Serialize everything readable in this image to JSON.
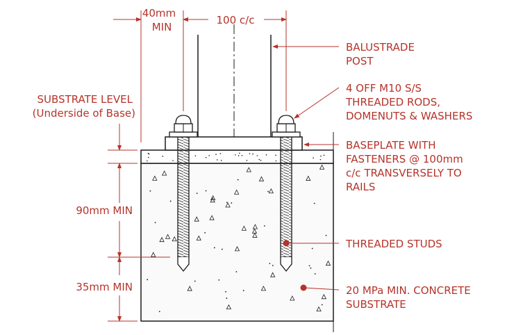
{
  "dimensions": {
    "edge_distance": [
      "40mm",
      "MIN"
    ],
    "post_centres": "100 c/c",
    "embed_depth": "90mm MIN",
    "cover_depth": "35mm MIN"
  },
  "labels": {
    "substrate_level": [
      "SUBSTRATE LEVEL",
      "(Underside of Base)"
    ],
    "balustrade_post": [
      "BALUSTRADE",
      "POST"
    ],
    "rods": [
      "4 OFF M10 S/S",
      "THREADED RODS,",
      "DOMENUTS & WASHERS"
    ],
    "baseplate": [
      "BASEPLATE WITH",
      "FASTENERS @ 100mm",
      "c/c TRANSVERSELY TO",
      "RAILS"
    ],
    "studs": "THREADED STUDS",
    "concrete": [
      "20 MPa MIN. CONCRETE",
      "SUBSTRATE"
    ]
  },
  "colors": {
    "annotation": "#b5332a",
    "linework": "#1a1a1a"
  }
}
